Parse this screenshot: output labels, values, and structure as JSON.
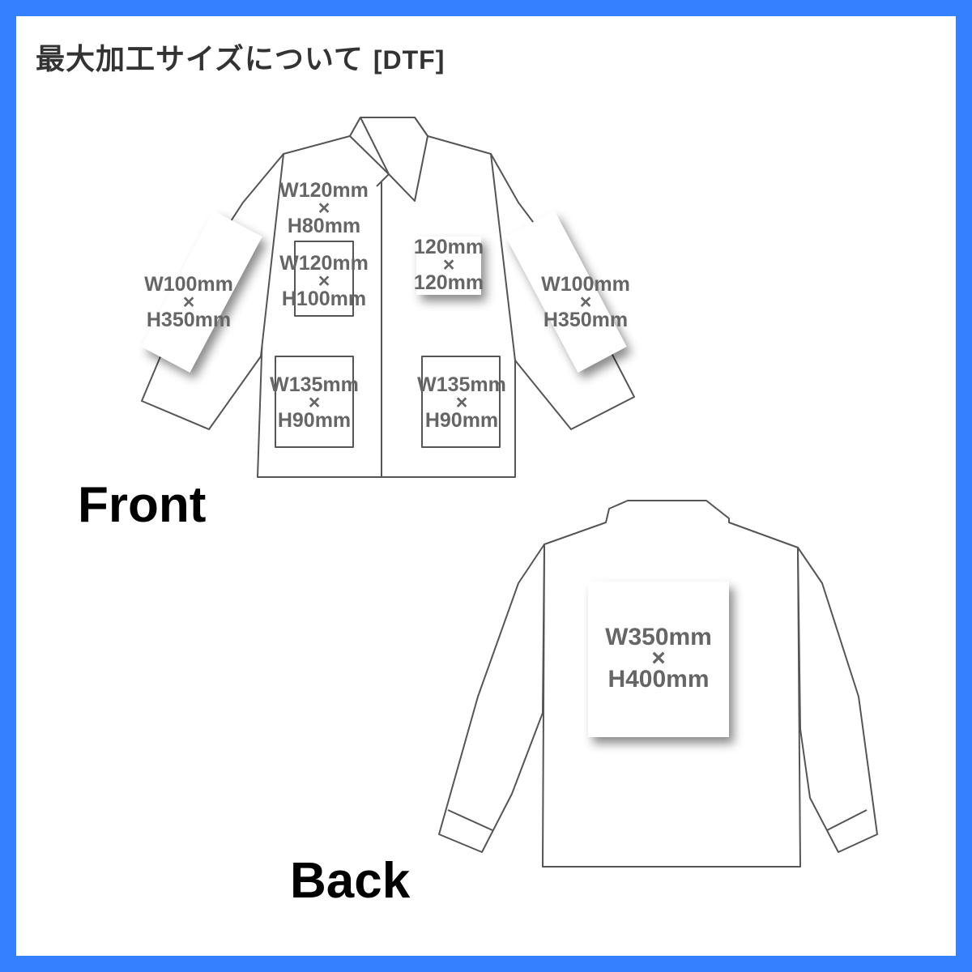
{
  "title": {
    "text": "最大加工サイズについて",
    "tag": "[DTF]"
  },
  "colors": {
    "border": "#3480FF",
    "outline": "#555555",
    "label": "#666666"
  },
  "views": {
    "front": {
      "label": "Front"
    },
    "back": {
      "label": "Back"
    }
  },
  "areas": {
    "left_sleeve": {
      "w": "W100mm",
      "x": "×",
      "h": "H350mm"
    },
    "right_sleeve": {
      "w": "W100mm",
      "x": "×",
      "h": "H350mm"
    },
    "upper_chest_left": {
      "w": "W120mm",
      "x": "×",
      "h": "H80mm"
    },
    "chest_left": {
      "w": "W120mm",
      "x": "×",
      "h": "H100mm"
    },
    "chest_right": {
      "w": "120mm",
      "x": "×",
      "h": "120mm"
    },
    "pocket_left": {
      "w": "W135mm",
      "x": "×",
      "h": "H90mm"
    },
    "pocket_right": {
      "w": "W135mm",
      "x": "×",
      "h": "H90mm"
    },
    "back": {
      "w": "W350mm",
      "x": "×",
      "h": "H400mm"
    }
  }
}
